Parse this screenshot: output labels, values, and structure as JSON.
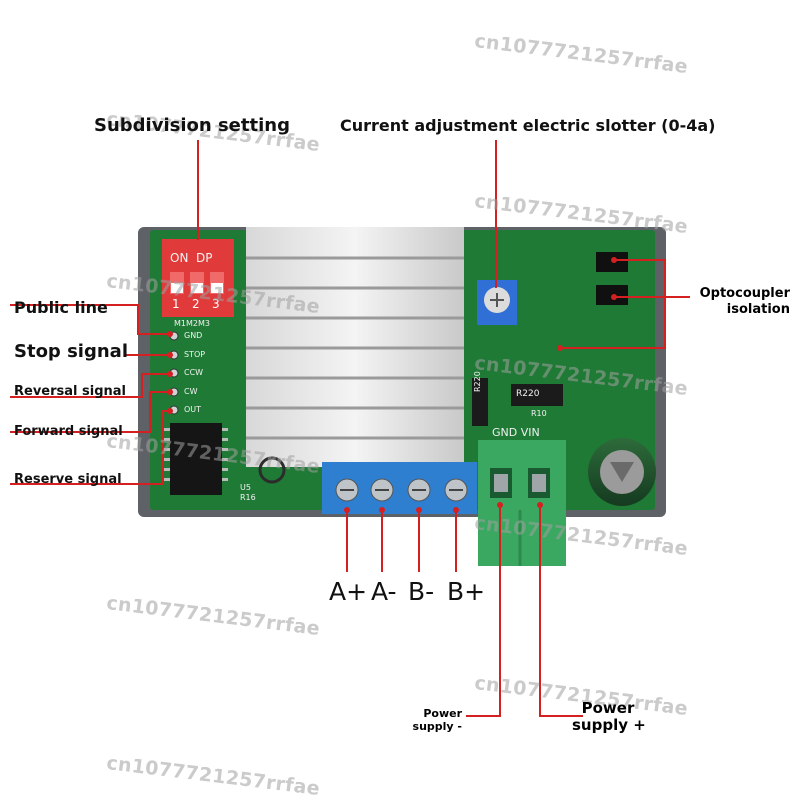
{
  "callouts": {
    "subdivision": "Subdivision setting",
    "current": "Current adjustment electric slotter (0-4a)",
    "public_line": "Public line",
    "stop_signal": "Stop signal",
    "reversal_signal": "Reversal signal",
    "forward_signal": "Forward signal",
    "reserve_signal": "Reserve signal",
    "optocoupler_line1": "Optocoupler",
    "optocoupler_line2": "isolation",
    "power_minus_line1": "Power",
    "power_minus_line2": "supply -",
    "power_plus_line1": "Power",
    "power_plus_line2": "supply +"
  },
  "terminals": [
    "A+",
    "A-",
    "B-",
    "B+"
  ],
  "dip": {
    "on": "ON",
    "dp": "DP",
    "numbers": [
      "1",
      "2",
      "3"
    ]
  },
  "pin_labels": [
    "M1M2M3",
    "GND",
    "STOP",
    "CCW",
    "CW",
    "OUT"
  ],
  "silkscreen": {
    "gnd_vin": "GND VIN",
    "resistor": "R220",
    "resistor2": "R220",
    "r10": "R10",
    "r16": "R16",
    "u5": "U5"
  },
  "watermark": "cn1077721257rrfae",
  "colors": {
    "callout_line": "#d42020",
    "pcb": "#1f7a35",
    "enclosure": "#5e6266",
    "dip": "#e03a3a",
    "terminal_blue": "#2f7fd0",
    "terminal_green": "#3aa860"
  }
}
